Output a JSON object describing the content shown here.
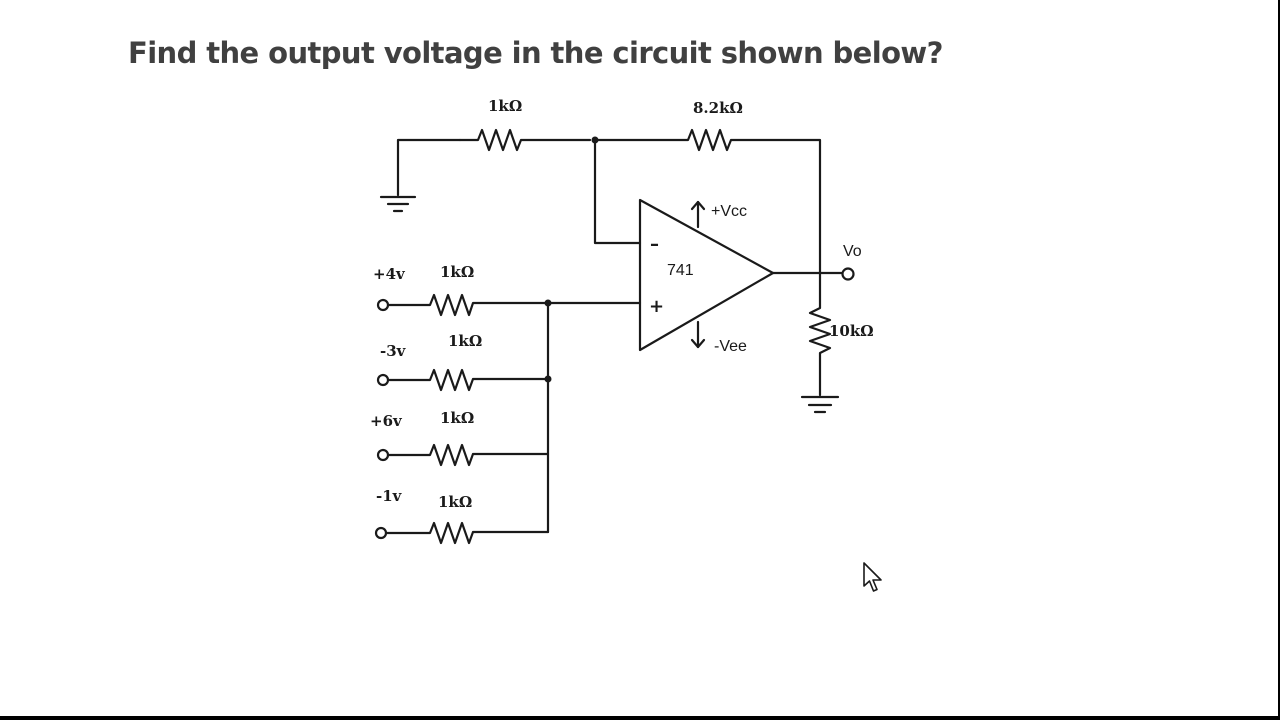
{
  "question": "Find the output voltage in the circuit shown below?",
  "circuit": {
    "opamp_label": "741",
    "inverting_sign": "–",
    "noninverting_sign": "+",
    "supply_positive": "+Vcc",
    "supply_negative": "-Vee",
    "output_label": "Vo",
    "resistors": {
      "input_resistor": "1kΩ",
      "feedback_resistor": "8.2kΩ",
      "load_resistor": "10kΩ"
    },
    "inputs": [
      {
        "voltage": "+4v",
        "resistor": "1kΩ"
      },
      {
        "voltage": "-3v",
        "resistor": "1kΩ"
      },
      {
        "voltage": "+6v",
        "resistor": "1kΩ"
      },
      {
        "voltage": "-1v",
        "resistor": "1kΩ"
      }
    ]
  },
  "icons": {
    "cursor": "mouse-pointer-icon",
    "ground": "ground-icon"
  }
}
